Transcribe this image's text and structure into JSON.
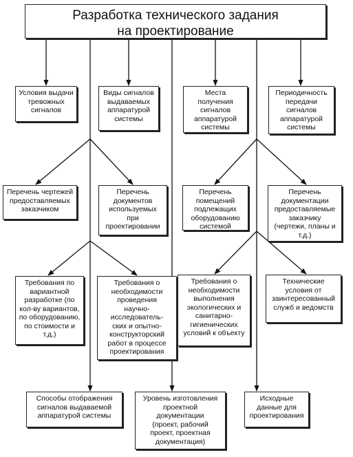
{
  "title": "Разработка технического задания\nна проектирование",
  "boxes": {
    "b1": "Условия выдачи\nтревожных\nсигналов",
    "b2": "Виды сигналов\nвыдаваемых\nаппаратурой\nсистемы",
    "b3": "Места\nполучения\nсигналов\nаппаратурой\nсистемы",
    "b4": "Периодичность\nпередачи\nсигналов\nаппаратурой\nсистемы",
    "b5": "Перечень чертежей\nпредоставляемых\nзаказчиком",
    "b6": "Перечень\nдокументов\nиспользуемых\nпри\nпроектировании",
    "b7": "Перечень\nпомещений\nподлежащих\nоборудованию\nсистемой",
    "b8": "Перечень\nдокументации\nпредоставляемые\nзаказчику\n(чертежи, планы и\nт.д.)",
    "b9": "Требования по\nвариантной\nразработке (по\nкол-ву вариантов,\nпо оборудованию,\nпо стоимости и\nт.д.)",
    "b10": "Требования о\nнеобходимости\nпроведения\nнаучно-\nисследователь-\nских и опытно-\nконструкторский\nработ в процессе\nпроектирования",
    "b11": "Требования о\nнеобходимости\nвыполнения\nэкологических и\nсанитарно-\nгигиенических\nусловий к объекту",
    "b12": "Технические\nусловия от\nзаинтересованный\nслужб и ведомств",
    "b13": "Способы отображения\nсигналов выдаваемой\nаппаратурой системы",
    "b14": "Уровень изготовления\nпроектной\nдокументации\n(проект, рабочий\nпроект, проектная\nдокументация)",
    "b15": "Исходные\nданные для\nпроектирования"
  }
}
